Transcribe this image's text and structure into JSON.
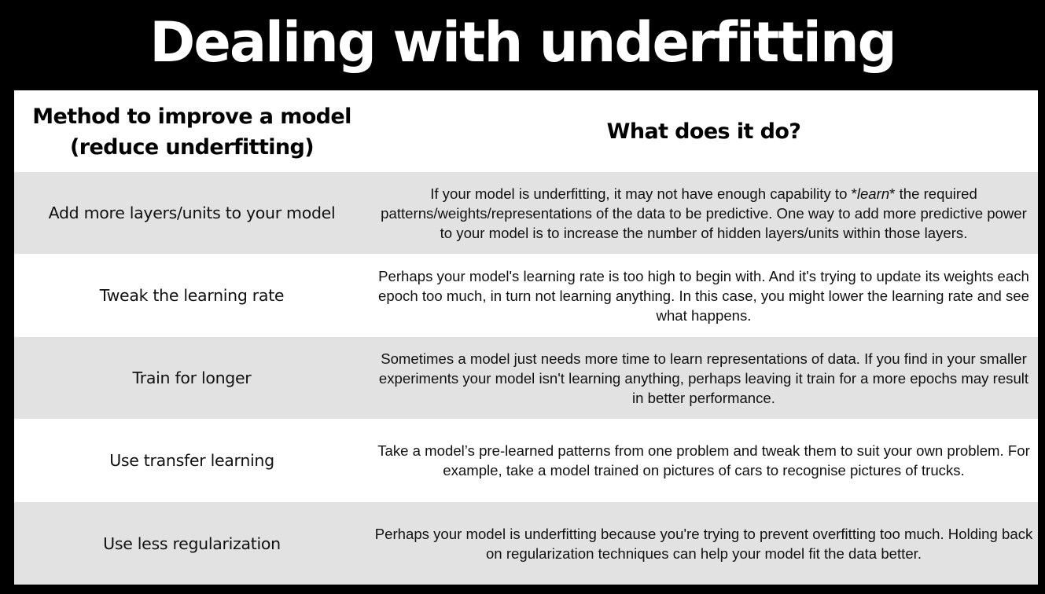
{
  "title": "Dealing with underfitting",
  "table": {
    "headers": {
      "method": "Method to improve a model (reduce underfitting)",
      "description": "What does it do?"
    },
    "rows": [
      {
        "method": "Add more layers/units to your model",
        "description_before": "If your model is underfitting, it may not have enough capability to *",
        "description_emphasis": "learn",
        "description_after": "* the required patterns/weights/representations of the data to be predictive. One way to add more predictive power to your model is to increase the number of hidden layers/units within those layers."
      },
      {
        "method": "Tweak the learning rate",
        "description": "Perhaps your model's learning rate is too high to begin with. And it's trying to update its weights each epoch too much, in turn not learning anything. In this case, you might lower the learning rate and see what happens."
      },
      {
        "method": "Train for longer",
        "description": "Sometimes a model just needs more time to learn representations of data. If you find in your smaller experiments your model isn't learning anything, perhaps leaving it train for a more epochs may result in better performance."
      },
      {
        "method": "Use transfer learning",
        "description": "Take a model’s pre-learned patterns from one problem and tweak them to suit your own problem. For example, take a model trained on pictures of cars to recognise pictures of trucks."
      },
      {
        "method": "Use less regularization",
        "description": "Perhaps your model is underfitting because you're trying to prevent overfitting too much. Holding back on regularization techniques can help your model fit the data better."
      }
    ]
  }
}
